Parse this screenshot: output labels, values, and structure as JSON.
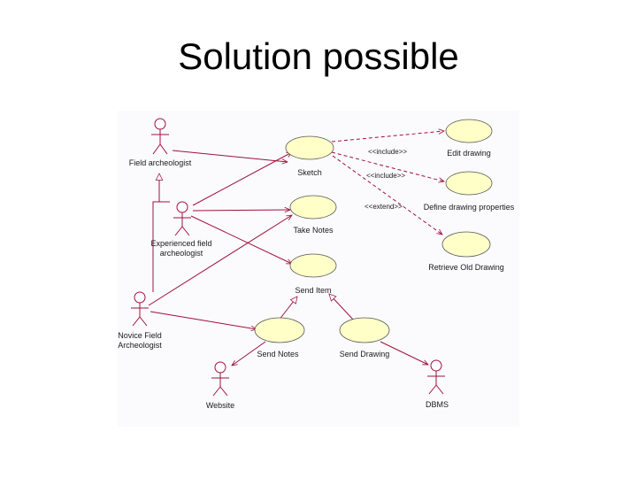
{
  "title": "Solution possible",
  "colors": {
    "line": "#a0103a",
    "usecase_fill": "#ffffc8",
    "usecase_stroke": "#555555",
    "actor_stroke": "#a0103a",
    "panel_bg": "#fbfbfd"
  },
  "actors": [
    {
      "id": "field_arch",
      "lines": [
        "Field archeologist"
      ]
    },
    {
      "id": "experienced",
      "lines": [
        "Experienced field",
        "archeologist"
      ]
    },
    {
      "id": "novice",
      "lines": [
        "Novice Field",
        "Archeologist"
      ]
    },
    {
      "id": "website",
      "lines": [
        "Website"
      ]
    },
    {
      "id": "dbms",
      "lines": [
        "DBMS"
      ]
    }
  ],
  "use_cases": [
    {
      "id": "sketch",
      "label": "Sketch"
    },
    {
      "id": "take_notes",
      "label": "Take Notes"
    },
    {
      "id": "send_item",
      "label": "Send Item"
    },
    {
      "id": "send_notes",
      "label": "Send Notes"
    },
    {
      "id": "send_drawing",
      "label": "Send Drawing"
    },
    {
      "id": "edit_drawing",
      "label": "Edit drawing"
    },
    {
      "id": "define_props",
      "label": "Define drawing properties"
    },
    {
      "id": "retrieve_old",
      "label": "Retrieve Old Drawing"
    }
  ],
  "relations": [
    {
      "id": "inc1",
      "label": "<<include>>"
    },
    {
      "id": "inc2",
      "label": "<<include>>"
    },
    {
      "id": "ext1",
      "label": "<<extend>>"
    }
  ]
}
